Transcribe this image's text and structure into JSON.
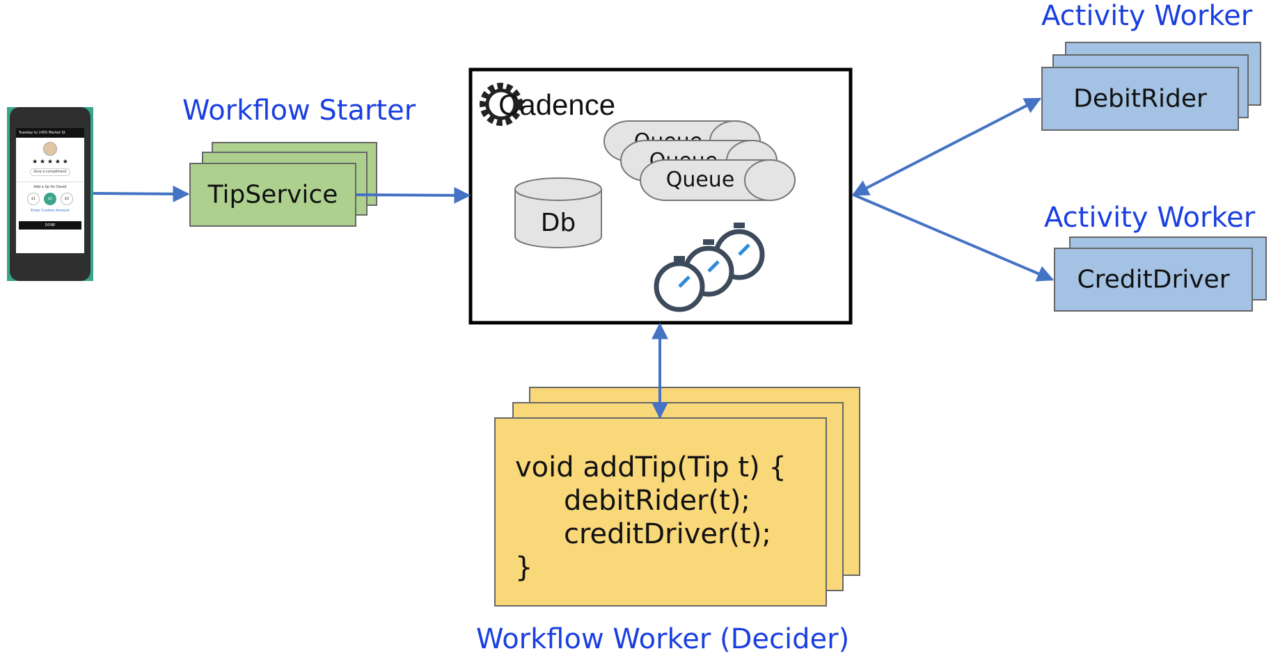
{
  "phone": {
    "header": "Tuesday to 1455 Market St",
    "stars": "★ ★ ★ ★ ★",
    "compliment": "Give a compliment",
    "tip_prompt": "Add a tip for David",
    "tip_options": [
      "$1",
      "$2",
      "$3"
    ],
    "custom_amount": "Enter Custom Amount",
    "done": "DONE"
  },
  "workflow_starter": {
    "label": "Workflow Starter",
    "service": "TipService"
  },
  "cadence": {
    "logo": "Cadence",
    "db": "Db",
    "queues": [
      "Queue",
      "Queue",
      "Queue"
    ]
  },
  "activity_worker_1": {
    "label": "Activity Worker",
    "service": "DebitRider"
  },
  "activity_worker_2": {
    "label": "Activity Worker",
    "service": "CreditDriver"
  },
  "workflow_worker": {
    "label": "Workflow Worker (Decider)",
    "code": [
      "void addTip(Tip t) {",
      "debitRider(t);",
      "creditDriver(t);",
      "}"
    ]
  },
  "colors": {
    "arrow": "#4472c4",
    "label": "#1a3fe0",
    "green": "#aed08f",
    "blue": "#a3c2e4",
    "yellow": "#f9d87a"
  }
}
